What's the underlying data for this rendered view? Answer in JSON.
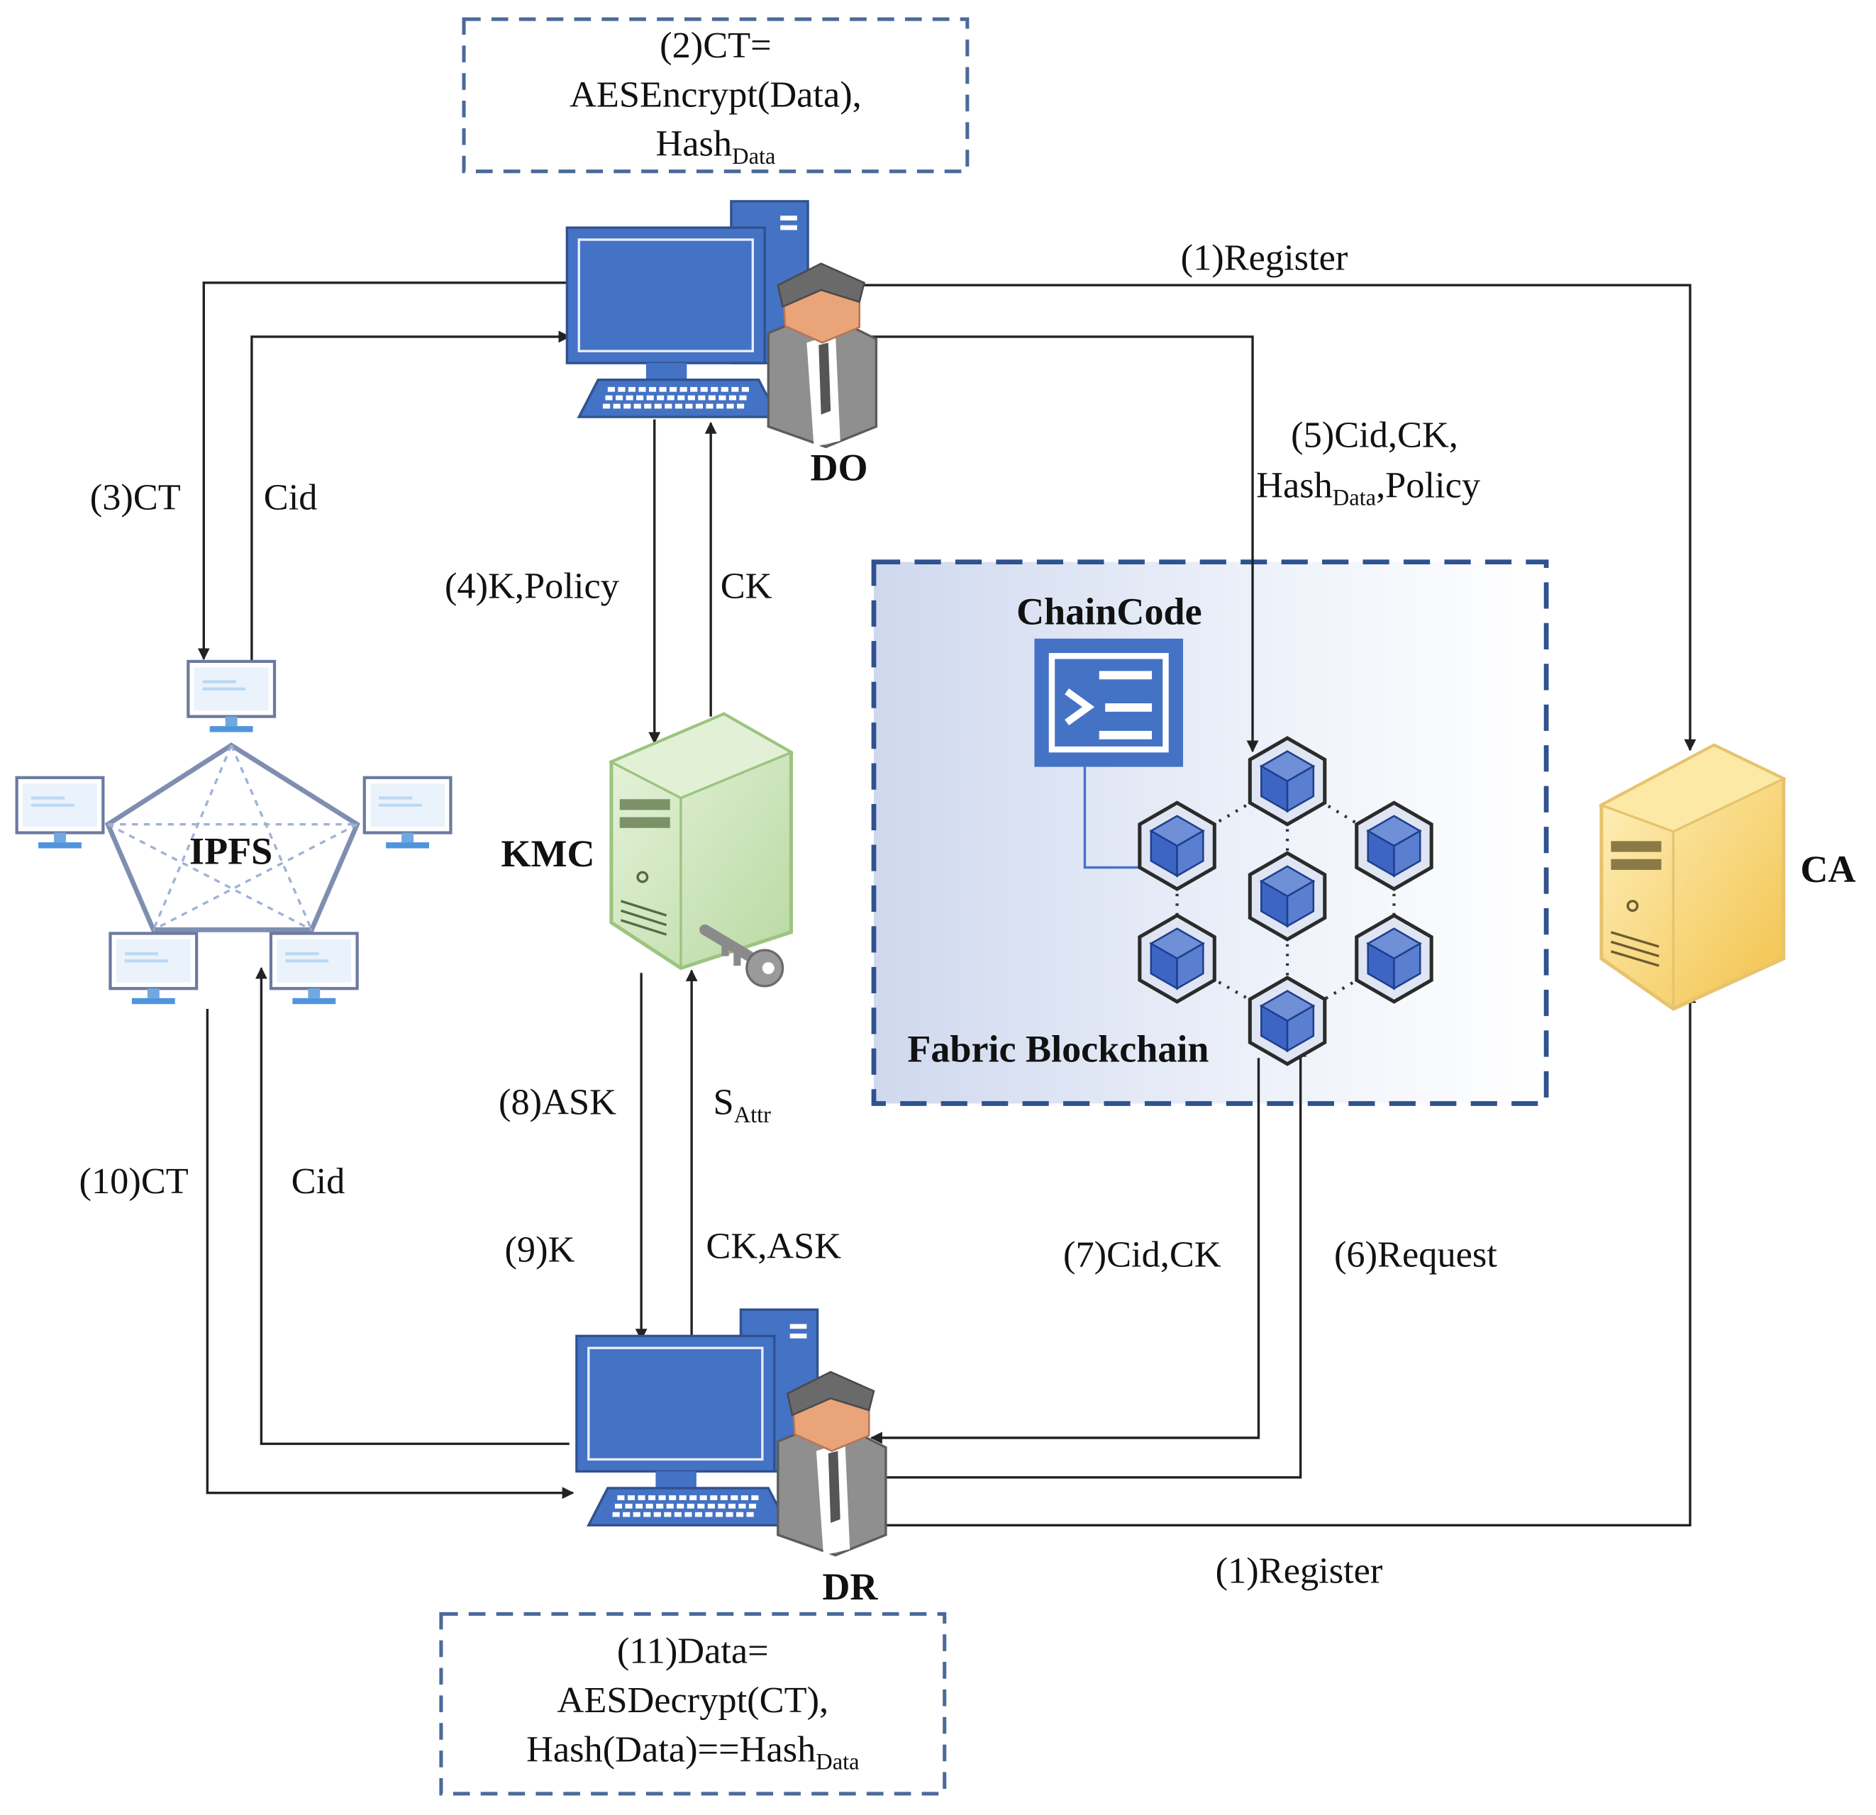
{
  "nodes": {
    "do": "DO",
    "dr": "DR",
    "kmc": "KMC",
    "ca": "CA",
    "ipfs": "IPFS",
    "chaincode": "ChainCode",
    "fabric": "Fabric Blockchain"
  },
  "box_top": {
    "line1": "(2)CT=",
    "line2": "AESEncrypt(Data),",
    "line3_main": "Hash",
    "line3_sub": "Data"
  },
  "box_bottom": {
    "line1": "(11)Data=",
    "line2": "AESDecrypt(CT),",
    "line3_main": "Hash(Data)==Hash",
    "line3_sub": "Data"
  },
  "edges": {
    "register_top": "(1)Register",
    "register_bottom": "(1)Register",
    "step3": "(3)CT",
    "cid_top": "Cid",
    "step4": "(4)K,Policy",
    "ck_top": "CK",
    "step5_line1": "(5)Cid,CK,",
    "step5_line2a": "Hash",
    "step5_line2_sub": "Data",
    "step5_line2b": ",Policy",
    "step8": "(8)ASK",
    "sattr_main": "S",
    "sattr_sub": "Attr",
    "step9": "(9)K",
    "ck_ask": "CK,ASK",
    "step10": "(10)CT",
    "cid_bottom": "Cid",
    "step7": "(7)Cid,CK",
    "step6": "(6)Request"
  },
  "colors": {
    "computer_blue": "#4472c4",
    "dark_blue": "#2f528f",
    "dashed_box": "#4a6a9a",
    "kmc_green": "#cfe6bd",
    "ca_yellow": "#f8d36a",
    "arrow": "#222222"
  },
  "icons": [
    "desktop-computer-icon",
    "user-person-icon",
    "server-tower-icon",
    "key-icon",
    "terminal-code-icon",
    "blockchain-cube-icon",
    "network-node-icon"
  ]
}
